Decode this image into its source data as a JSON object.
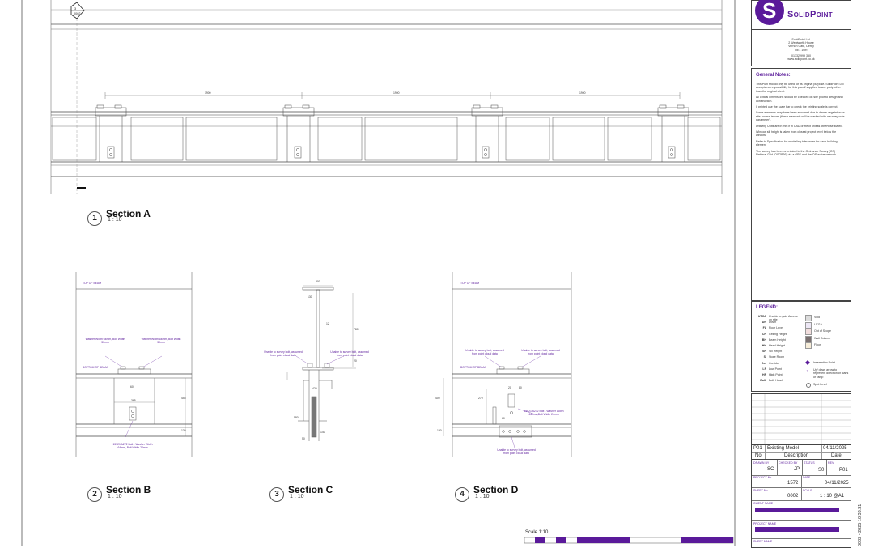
{
  "company": {
    "logo_text": "SolidPoint",
    "address_lines": [
      "SolidPoint Ltd.",
      "2 Wentworth House",
      "Vernon Gate, Derby",
      "DE1 1UR",
      "",
      "01332 999 350",
      "www.solidpoint.co.uk"
    ]
  },
  "notes": {
    "heading": "General Notes:",
    "items": [
      "This Plan should only be used for its original purpose. SolidPoint Ltd accepts no responsibility for this plan if supplied to any party other than the original client.",
      "All critical dimensions should be checked on site prior to design and construction.",
      "If printed use the scale bar to check the printing scale is correct.",
      "Some elements may have been assumed due to dense vegetation or site access issues (these elements will be marked with a survey note parameter).",
      "Drawing Units are in mm if in CAD or Revit unless otherwise stated.",
      "Window sill height is taken from closest project level below the window.",
      "Refer to Specification for modelling tolerances for each building element",
      "The survey has been orientated to the Ordnance Survey (OS) National Grid (OSGB36) via a GPS and the OS active network"
    ]
  },
  "legend": {
    "heading": "LEGEND:",
    "abbr": [
      {
        "code": "UTGA",
        "desc": "Unable to gain Access on site"
      },
      {
        "code": "DN",
        "desc": "Down"
      },
      {
        "code": "FL",
        "desc": "Floor Level"
      },
      {
        "code": "CH",
        "desc": "Ceiling Height"
      },
      {
        "code": "BH",
        "desc": "Beam Height"
      },
      {
        "code": "HH",
        "desc": "Head Height"
      },
      {
        "code": "SH",
        "desc": "Sill Height"
      },
      {
        "code": "SI",
        "desc": "Store Room"
      },
      {
        "code": "Cor",
        "desc": "Corridor"
      },
      {
        "code": "LP",
        "desc": "Low Point"
      },
      {
        "code": "HP",
        "desc": "High Point"
      },
      {
        "code": "Bulk",
        "desc": "Bulk Head"
      }
    ],
    "symbols": [
      {
        "label": "Void",
        "color": "#dcdcdc"
      },
      {
        "label": "UTGA",
        "color": "#ede7f5"
      },
      {
        "label": "Out of Scope",
        "color": "#f2dede"
      },
      {
        "label": "Wall Column",
        "color": "#7a7070"
      },
      {
        "label": "Floor",
        "color": "#f6ecd8"
      }
    ],
    "markers": [
      "Insersation Point",
      "Up/ down arrow to represent direction of stairs or ramp",
      "Spot Level"
    ]
  },
  "revision": {
    "code": "P01",
    "description": "Existing Model",
    "date": "04/11/2025",
    "col_no": "No.",
    "col_desc": "Description",
    "col_date": "Date"
  },
  "fields": {
    "drawn_by_label": "DRAWN BY",
    "drawn_by": "SC",
    "checked_by_label": "CHECKED BY",
    "checked_by": "JP",
    "status_label": "STATUS",
    "status": "S0",
    "rev_label": "REV",
    "rev": "P01",
    "project_no_label": "PROJECT No.",
    "project_no": "1572",
    "date_label": "DATE",
    "date": "04/11/2025",
    "sheet_no_label": "SHEET No.",
    "sheet_no": "0002",
    "scale_label": "SCALE",
    "scale": "1 : 10  @A1",
    "client_name_label": "CLIENT NAME",
    "project_name_label": "PROJECT NAME",
    "sheet_name_label": "SHEET NAME"
  },
  "side_stamp": "0002 - 2025 10:33:31",
  "scale_bar": {
    "label": "Scale 1:10"
  },
  "sections": [
    {
      "num": "1",
      "title": "Section A",
      "scale": "1 : 10"
    },
    {
      "num": "2",
      "title": "Section B",
      "scale": "1 : 10"
    },
    {
      "num": "3",
      "title": "Section C",
      "scale": "1 : 10"
    },
    {
      "num": "4",
      "title": "Section D",
      "scale": "1 : 10"
    }
  ],
  "section_a": {
    "marker_top": "3",
    "marker_bottom": "0002",
    "spans": [
      "1900",
      "1900",
      "1900"
    ]
  },
  "section_b": {
    "top_of_beam": "TOP OF BEAM",
    "bottom_of_beam": "BOTTOM OF BEAM",
    "washer_left": "Washer Width 64mm, Bolt Width 30mm",
    "washer_right": "Washer Width 64mm, Bolt Width 30mm",
    "bolt_note": "15921 A272 Bolt - Washer Width 64mm, Bolt Width 24mm",
    "dims": [
      "60",
      "365",
      "455",
      "130"
    ]
  },
  "section_c": {
    "left_note": "Unable to survey bolt, assumed from point cloud data",
    "right_note": "Unable to survey bolt, assumed from point cloud data",
    "dims": [
      "300",
      "130",
      "12",
      "780",
      "20",
      "420",
      "580",
      "140",
      "50"
    ]
  },
  "section_d": {
    "top_of_beam": "TOP OF BEAM",
    "bottom_of_beam": "BOTTOM OF BEAM",
    "left_note": "Unable to survey bolt, assumed from point cloud data",
    "right_note": "Unable to survey bolt, assumed from point cloud data",
    "bolt_note": "15921 A272 Bolt - Washer Width 64mm, Bolt Width 24mm",
    "bottom_note": "Unable to survey bolt, assumed from point cloud data",
    "dims": [
      "400",
      "270",
      "60",
      "20",
      "80",
      "130"
    ]
  }
}
